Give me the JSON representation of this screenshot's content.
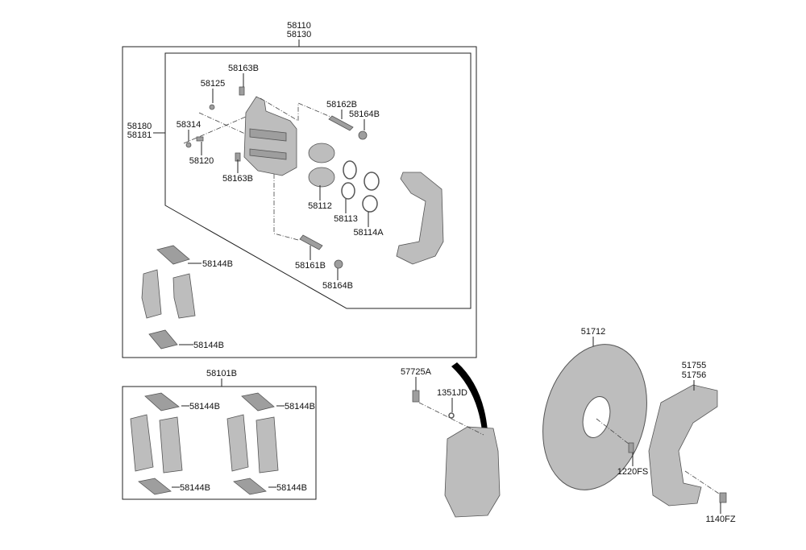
{
  "labels": {
    "caliper_assy_1": "58110",
    "caliper_assy_2": "58130",
    "caliper_housing_1": "58180",
    "caliper_housing_2": "58181",
    "bolt_top": "58163B",
    "cap_58125": "58125",
    "guide_pin_upper": "58162B",
    "boot_upper": "58164B",
    "cap_58314": "58314",
    "bleeder_58120": "58120",
    "bolt_lower": "58163B",
    "piston": "58112",
    "seal_58113": "58113",
    "boot_58114A": "58114A",
    "pad_clip_upper": "58144B",
    "guide_pin_lower": "58161B",
    "boot_lower": "58164B",
    "pad_clip_lower": "58144B",
    "disc": "51712",
    "pad_kit": "58101B",
    "bolt_57725A": "57725A",
    "shield_1": "51755",
    "shield_2": "51756",
    "washer_1351JD": "1351JD",
    "kit_clip_1": "58144B",
    "kit_clip_2": "58144B",
    "kit_clip_3": "58144B",
    "kit_clip_4": "58144B",
    "screw_1220FS": "1220FS",
    "bolt_1140FZ": "1140FZ"
  },
  "colors": {
    "part_fill": "#bdbdbd",
    "line": "#222222"
  }
}
